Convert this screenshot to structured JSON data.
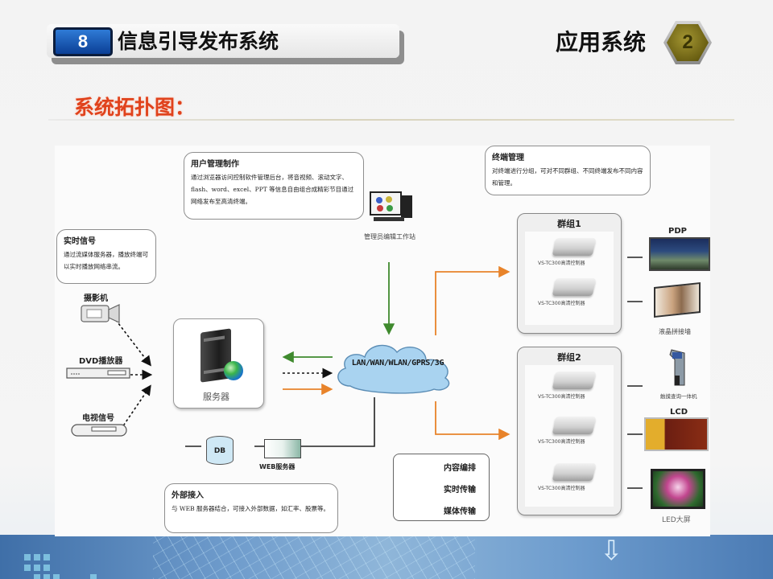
{
  "header": {
    "section_number": "8",
    "title": "信息引导发布系统",
    "category": "应用系统",
    "category_number": "2"
  },
  "section_title": "系统拓扑图：",
  "diagram": {
    "notes": {
      "user_management": {
        "title": "用户管理制作",
        "body": "通过浏览器访问控制软件管理后台，将音视频、滚动文字、flash、word、excel、PPT 等信息自由组合成精彩节目通过网络发布至高清终端。"
      },
      "terminal_management": {
        "title": "终端管理",
        "body": "对终端进行分组，可对不同群组、不同终端发布不同内容和管理。"
      },
      "realtime_signal": {
        "title": "实时信号",
        "body": "通过流媒体服务器，播放终端可以实时播放网络串流。"
      },
      "external_access": {
        "title": "外部接入",
        "body": "与 WEB 服务器结合，可接入外部数据，如汇率、股票等。"
      }
    },
    "sources": [
      {
        "label": "摄影机",
        "icon": "video-camera-icon"
      },
      {
        "label": "DVD播放器",
        "icon": "dvd-player-icon"
      },
      {
        "label": "电视信号",
        "icon": "tv-receiver-icon"
      }
    ],
    "workstation_label": "管理员编辑工作站",
    "server_label": "服务器",
    "network_label": "LAN/WAN/WLAN/GPRS/3G",
    "db_label": "DB",
    "web_server_label": "WEB服务器",
    "groups": [
      {
        "title": "群组1",
        "controllers": [
          "VS-TC300高清控制器",
          "VS-TC300高清控制器"
        ]
      },
      {
        "title": "群组2",
        "controllers": [
          "VS-TC300高清控制器",
          "VS-TC300高清控制器",
          "VS-TC300高清控制器"
        ]
      }
    ],
    "displays": [
      {
        "label": "PDP",
        "label_position": "top"
      },
      {
        "label": "液晶拼接墙",
        "label_position": "bottom"
      },
      {
        "label": "触摸查询一体机",
        "label_position": "bottom"
      },
      {
        "label": "LCD",
        "label_position": "top"
      },
      {
        "label": "LED大屏",
        "label_position": "bottom"
      }
    ],
    "legend": [
      {
        "label": "内容编排",
        "style": "solid",
        "color": "#3f8a2e"
      },
      {
        "label": "实时传输",
        "style": "dotted",
        "color": "#111111"
      },
      {
        "label": "媒体传输",
        "style": "solid",
        "color": "#e8832a"
      }
    ],
    "colors": {
      "content_flow": "#3f8a2e",
      "media_flow": "#e8832a",
      "realtime_flow": "#111111",
      "cloud_fill": "#a9d3f0",
      "section_title": "#e0421c"
    }
  }
}
